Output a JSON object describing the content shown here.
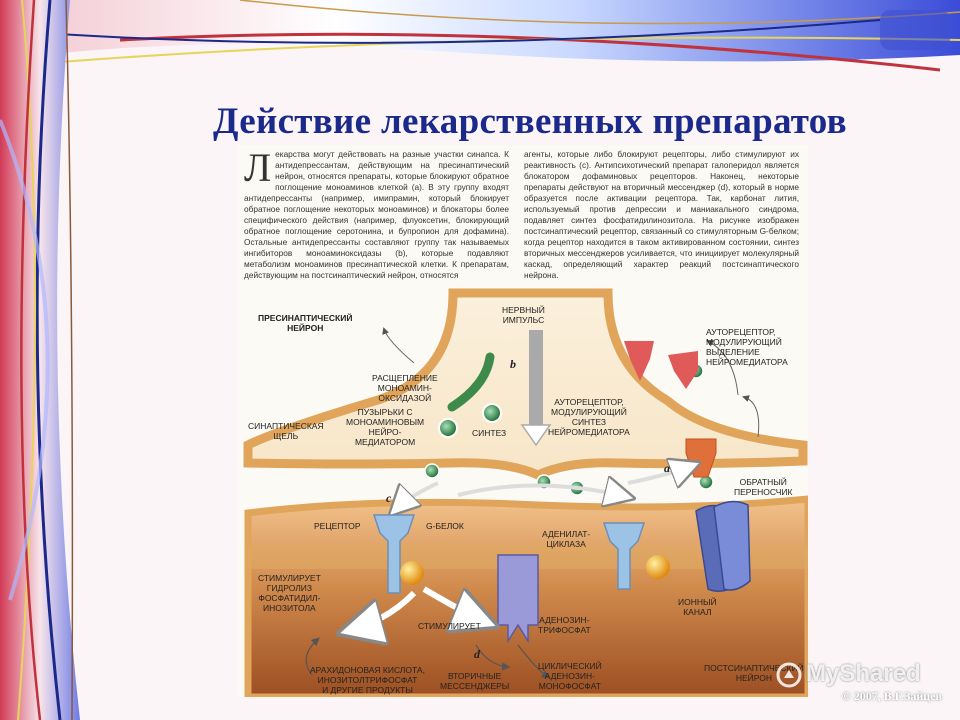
{
  "slide": {
    "title": "Действие лекарственных препаратов",
    "copyright": "© 2007, В.Г.Зайцев",
    "watermark": "MyShared"
  },
  "figure": {
    "text_left": "екарства могут действовать на разные участки синапса. К антидепрессантам, действующим на пресинаптический нейрон, относятся препараты, которые блокируют обратное поглощение моноаминов клеткой (а). В эту группу входят антидепрессанты (например, имипрамин, который блокирует обратное поглощение некоторых моноаминов) и блокаторы более специфического действия (например, флуоксетин, блокирующий обратное поглощение серотонина, и бупропион для дофамина). Остальные антидепрессанты составляют группу так называемых ингибиторов моноаминоксидазы (b), которые подавляют метаболизм моноаминов пресинаптической клетки. К препаратам, действующим на постсинаптический нейрон, относятся",
    "text_left_dropcap": "Л",
    "text_right": "агенты, которые либо блокируют рецепторы, либо стимулируют их реактивность (с). Антипсихотический препарат галоперидол является блокатором дофаминовых рецепторов. Наконец, некоторые препараты действуют на вторичный мессенджер (d), который в норме образуется после активации рецептора. Так, карбонат лития, используемый против депрессии и маниакального синдрома, подавляет синтез фосфатидилинозитола. На рисунке изображен постсинаптический рецептор, связанный со стимуляторным G-белком; когда рецептор находится в таком активированном состоянии, синтез вторичных мессенджеров усиливается, что инициирует молекулярный каскад, определяющий характер реакций постсинаптического нейрона.",
    "labels": {
      "presynaptic": "ПРЕСИНАПТИЧЕСКИЙ\nНЕЙРОН",
      "impulse": "НЕРВНЫЙ\nИМПУЛЬС",
      "autoreceptor_release": "АУТОРЕЦЕПТОР,\nМОДУЛИРУЮЩИЙ\nВЫДЕЛЕНИЕ\nНЕЙРОМЕДИАТОРА",
      "mao": "РАСЩЕПЛЕНИЕ\nМОНОАМИН-\nОКСИДАЗОЙ",
      "vesicles": "ПУЗЫРЬКИ С\nМОНОАМИНОВЫМ\nНЕЙРО-\nМЕДИАТОРОМ",
      "synthesis": "СИНТЕЗ",
      "autoreceptor_synthesis": "АУТОРЕЦЕПТОР,\nМОДУЛИРУЮЩИЙ\nСИНТЕЗ\nНЕЙРОМЕДИАТОРА",
      "cleft": "СИНАПТИЧЕСКАЯ\nЩЕЛЬ",
      "reuptake": "ОБРАТНЫЙ\nПЕРЕНОСЧИК",
      "receptor": "РЕЦЕПТОР",
      "gprotein": "G-БЕЛОК",
      "adenylate": "АДЕНИЛАТ-\nЦИКЛАЗА",
      "stimulates_hydrolysis": "СТИМУЛИРУЕТ\nГИДРОЛИЗ\nФОСФАТИДИЛ-\nИНОЗИТОЛА",
      "stimulates": "СТИМУЛИРУЕТ",
      "atp": "АДЕНОЗИН-\nТРИФОСФАТ",
      "ion_channel": "ИОННЫЙ\nКАНАЛ",
      "arachidonic": "АРАХИДОНОВАЯ КИСЛОТА,\nИНОЗИТОЛТРИФОСФАТ\nИ ДРУГИЕ ПРОДУКТЫ",
      "second_messengers": "ВТОРИЧНЫЕ\nМЕССЕНДЖЕРЫ",
      "camp": "ЦИКЛИЧЕСКИЙ\nАДЕНОЗИН-\nМОНОФОСФАТ",
      "postsynaptic": "ПОСТСИНАПТИЧЕСКИЙ\nНЕЙРОН"
    },
    "letters": {
      "a": "a",
      "b": "b",
      "c": "c",
      "d": "d"
    }
  },
  "colors": {
    "title": "#1b2a8a",
    "membrane": "#e0a55a",
    "postsynaptic": "#b5652a",
    "receptor": "#8fb6dc",
    "autoreceptor": "#e05a5a",
    "transporter": "#e0703a",
    "vesicle": "#2e8a4a",
    "gprotein": "#f5b030",
    "channel": "#5a6cb8"
  }
}
